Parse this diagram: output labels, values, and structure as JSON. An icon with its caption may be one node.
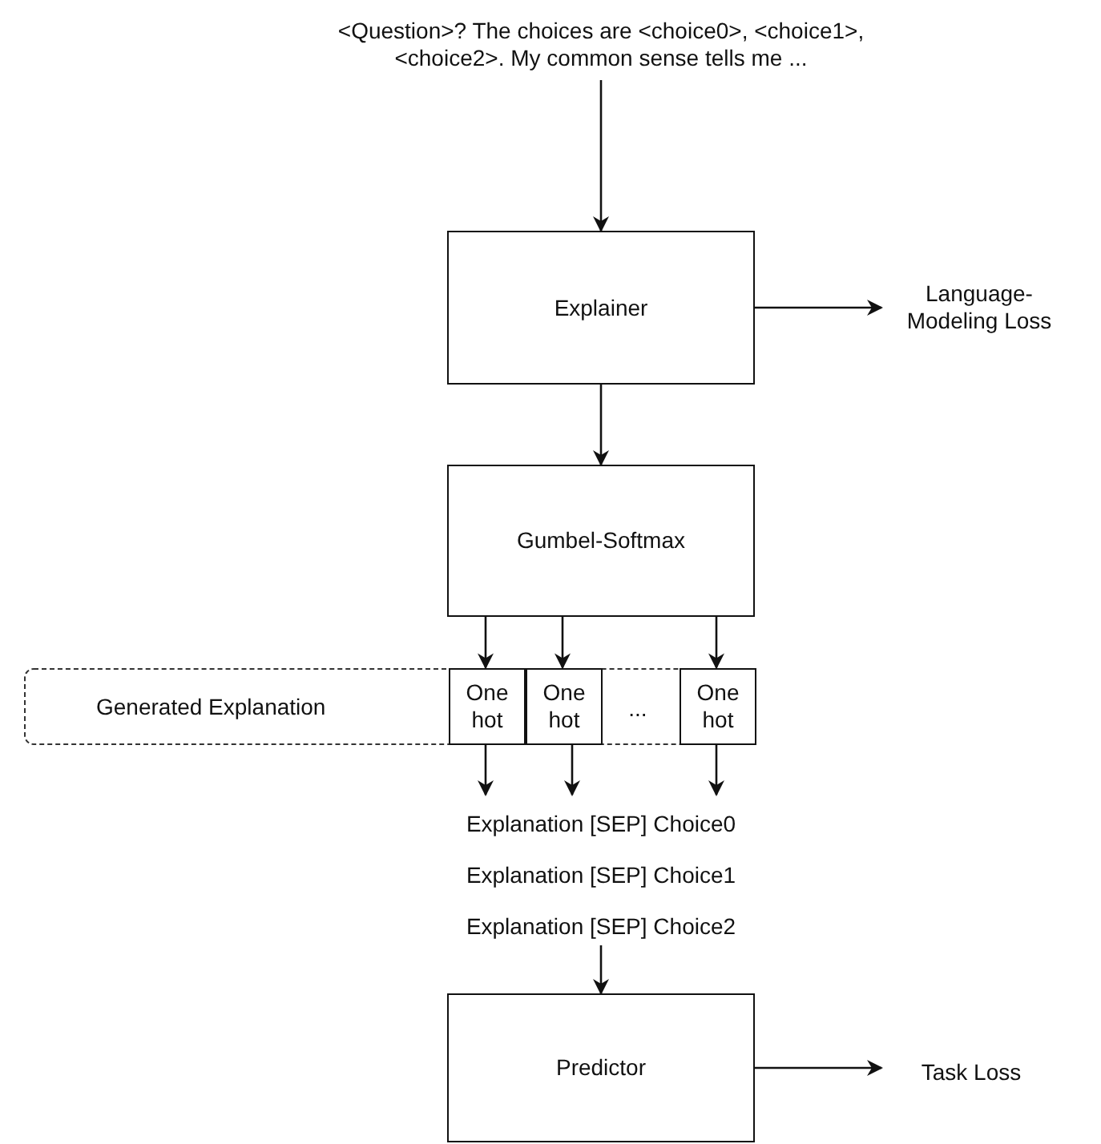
{
  "diagram": {
    "nodes": [
      {
        "text": [
          "<Question>? The choices are <choice0>, <choice1>, <choice2>. My common sense tells me ..."
        ]
      },
      {
        "text": [
          "Explainer"
        ]
      },
      {
        "text": [
          "Language-Modeling Loss"
        ]
      },
      {
        "text": [
          "Gumbel-Softmax"
        ]
      },
      {
        "text": [
          "Generated Explanation"
        ]
      },
      {
        "text": [
          "One hot"
        ],
        "in": 4
      },
      {
        "text": [
          "One hot"
        ],
        "in": 4
      },
      {
        "text": [
          "One hot"
        ],
        "in": 4
      },
      {
        "text": [
          "Explanation [SEP] Choice0"
        ]
      },
      {
        "text": [
          "Explanation [SEP] Choice1"
        ]
      },
      {
        "text": [
          "Explanation [SEP] Choice2"
        ]
      },
      {
        "text": [
          "Predictor"
        ]
      },
      {
        "text": [
          "Task Loss"
        ]
      }
    ],
    "edges": [
      {
        "from": 0,
        "to": 1,
        "arrow": "to"
      },
      {
        "from": 1,
        "to": 2,
        "arrow": "to"
      },
      {
        "from": 1,
        "to": 3,
        "arrow": "to"
      },
      {
        "from": 3,
        "to": 5,
        "arrow": "to"
      },
      {
        "from": 3,
        "to": 6,
        "arrow": "to"
      },
      {
        "from": 3,
        "to": 7,
        "arrow": "to"
      },
      {
        "from": 5,
        "to": 8,
        "arrow": "to"
      },
      {
        "from": 6,
        "to": 8,
        "arrow": "to"
      },
      {
        "from": 7,
        "to": 8,
        "arrow": "to"
      },
      {
        "from": 10,
        "to": 11,
        "arrow": "to"
      },
      {
        "from": 11,
        "to": 12,
        "arrow": "to"
      }
    ],
    "labels": [
      "..."
    ]
  }
}
